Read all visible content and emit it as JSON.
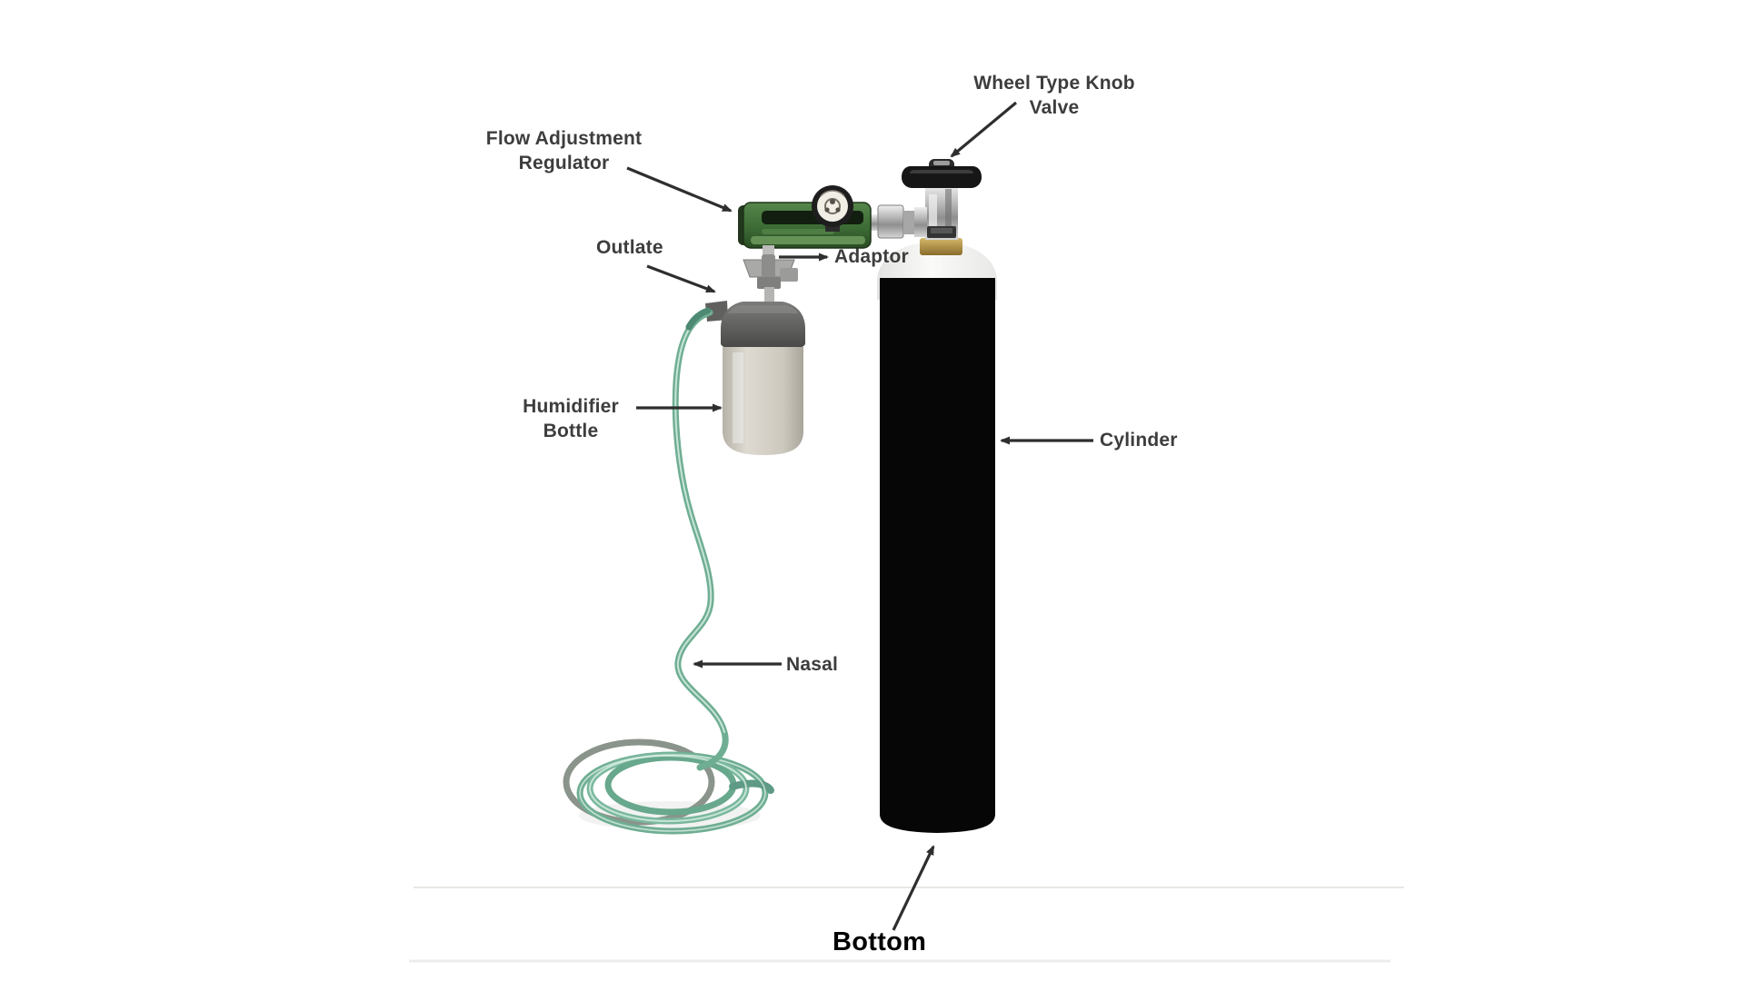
{
  "diagram": {
    "subject": "oxygen-cylinder-with-humidifier",
    "labels": {
      "wheel_type_knob_valve": {
        "line1": "Wheel Type Knob",
        "line2": "Valve"
      },
      "flow_adjustment_regulator": {
        "line1": "Flow Adjustment",
        "line2": "Regulator"
      },
      "outlate": "Outlate",
      "adaptor": "Adaptor",
      "humidifier_bottle": {
        "line1": "Humidifier",
        "line2": "Bottle"
      },
      "nasal": "Nasal",
      "cylinder": "Cylinder",
      "bottom": "Bottom"
    },
    "colors": {
      "label_text": "#3d3d3d",
      "bottom_label_text": "#000000",
      "arrow": "#2e2e2e",
      "cylinder_black": "#060606",
      "cylinder_shoulder_white": "#f6f6f4",
      "brass": "#b3924a",
      "chrome": "#c9c9c9",
      "valve_knob_black": "#161616",
      "regulator_green": "#3f6f37",
      "regulator_slot": "#121f10",
      "gauge_face": "#f1eee6",
      "humidifier_cap": "#5d5d5b",
      "humidifier_body": "#cfcbc1",
      "tube_green": "#6fae93",
      "tube_highlight": "#d8efe4",
      "floor_line": "#e8e8e5"
    }
  }
}
